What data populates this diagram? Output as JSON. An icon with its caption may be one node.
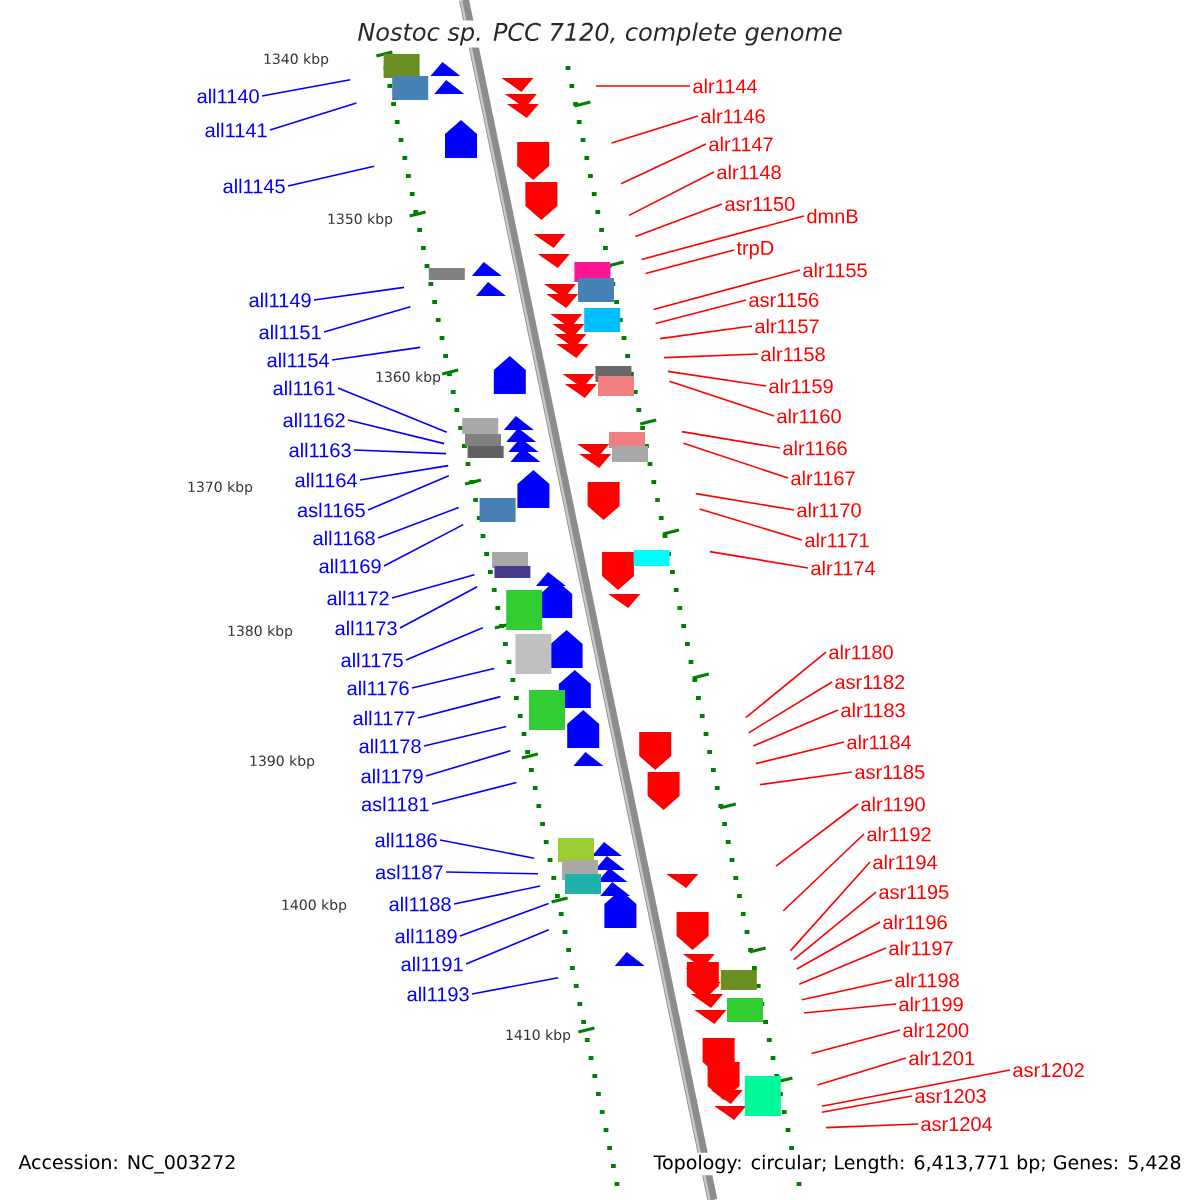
{
  "diagram": {
    "title": "Nostoc sp. PCC 7120, complete genome",
    "nodes": [
      {
        "text": [
          "all1140"
        ]
      },
      {
        "text": [
          "all1141"
        ]
      },
      {
        "text": [
          "all1145"
        ]
      },
      {
        "text": [
          "all1149"
        ]
      },
      {
        "text": [
          "all1151"
        ]
      },
      {
        "text": [
          "all1154"
        ]
      },
      {
        "text": [
          "all1161"
        ]
      },
      {
        "text": [
          "all1162"
        ]
      },
      {
        "text": [
          "all1163"
        ]
      },
      {
        "text": [
          "all1164"
        ]
      },
      {
        "text": [
          "asl1165"
        ]
      },
      {
        "text": [
          "all1168"
        ]
      },
      {
        "text": [
          "all1169"
        ]
      },
      {
        "text": [
          "all1172"
        ]
      },
      {
        "text": [
          "all1173"
        ]
      },
      {
        "text": [
          "all1175"
        ]
      },
      {
        "text": [
          "all1176"
        ]
      },
      {
        "text": [
          "all1177"
        ]
      },
      {
        "text": [
          "all1178"
        ]
      },
      {
        "text": [
          "all1179"
        ]
      },
      {
        "text": [
          "asl1181"
        ]
      },
      {
        "text": [
          "all1186"
        ]
      },
      {
        "text": [
          "asl1187"
        ]
      },
      {
        "text": [
          "all1188"
        ]
      },
      {
        "text": [
          "all1189"
        ]
      },
      {
        "text": [
          "all1191"
        ]
      },
      {
        "text": [
          "all1193"
        ]
      },
      {
        "text": [
          "alr1144"
        ]
      },
      {
        "text": [
          "alr1146"
        ]
      },
      {
        "text": [
          "alr1147"
        ]
      },
      {
        "text": [
          "alr1148"
        ]
      },
      {
        "text": [
          "asr1150"
        ]
      },
      {
        "text": [
          "dmnB"
        ]
      },
      {
        "text": [
          "trpD"
        ]
      },
      {
        "text": [
          "alr1155"
        ]
      },
      {
        "text": [
          "asr1156"
        ]
      },
      {
        "text": [
          "alr1157"
        ]
      },
      {
        "text": [
          "alr1158"
        ]
      },
      {
        "text": [
          "alr1159"
        ]
      },
      {
        "text": [
          "alr1160"
        ]
      },
      {
        "text": [
          "alr1166"
        ]
      },
      {
        "text": [
          "alr1167"
        ]
      },
      {
        "text": [
          "alr1170"
        ]
      },
      {
        "text": [
          "alr1171"
        ]
      },
      {
        "text": [
          "alr1174"
        ]
      },
      {
        "text": [
          "alr1180"
        ]
      },
      {
        "text": [
          "asr1182"
        ]
      },
      {
        "text": [
          "alr1183"
        ]
      },
      {
        "text": [
          "alr1184"
        ]
      },
      {
        "text": [
          "asr1185"
        ]
      },
      {
        "text": [
          "alr1190"
        ]
      },
      {
        "text": [
          "alr1192"
        ]
      },
      {
        "text": [
          "alr1194"
        ]
      },
      {
        "text": [
          "asr1195"
        ]
      },
      {
        "text": [
          "alr1196"
        ]
      },
      {
        "text": [
          "alr1197"
        ]
      },
      {
        "text": [
          "alr1198"
        ]
      },
      {
        "text": [
          "alr1199"
        ]
      },
      {
        "text": [
          "alr1200"
        ]
      },
      {
        "text": [
          "alr1201"
        ]
      },
      {
        "text": [
          "asr1202"
        ]
      },
      {
        "text": [
          "asr1203"
        ]
      },
      {
        "text": [
          "asr1204"
        ]
      }
    ],
    "edges": [
      {
        "from": 0,
        "to": null,
        "arrow": "none",
        "color": "#0000ff"
      },
      {
        "from": 1,
        "to": null,
        "arrow": "none",
        "color": "#0000ff"
      },
      {
        "from": 2,
        "to": null,
        "arrow": "none",
        "color": "#0000ff"
      },
      {
        "from": 3,
        "to": null,
        "arrow": "none",
        "color": "#0000ff"
      },
      {
        "from": 4,
        "to": null,
        "arrow": "none",
        "color": "#0000ff"
      },
      {
        "from": 5,
        "to": null,
        "arrow": "none",
        "color": "#0000ff"
      },
      {
        "from": 6,
        "to": null,
        "arrow": "none",
        "color": "#0000ff"
      },
      {
        "from": 7,
        "to": null,
        "arrow": "none",
        "color": "#0000ff"
      },
      {
        "from": 8,
        "to": null,
        "arrow": "none",
        "color": "#0000ff"
      },
      {
        "from": 9,
        "to": null,
        "arrow": "none",
        "color": "#0000ff"
      },
      {
        "from": 10,
        "to": null,
        "arrow": "none",
        "color": "#0000ff"
      },
      {
        "from": 11,
        "to": null,
        "arrow": "none",
        "color": "#0000ff"
      },
      {
        "from": 12,
        "to": null,
        "arrow": "none",
        "color": "#0000ff"
      },
      {
        "from": 13,
        "to": null,
        "arrow": "none",
        "color": "#0000ff"
      },
      {
        "from": 14,
        "to": null,
        "arrow": "none",
        "color": "#0000ff"
      },
      {
        "from": 15,
        "to": null,
        "arrow": "none",
        "color": "#0000ff"
      },
      {
        "from": 16,
        "to": null,
        "arrow": "none",
        "color": "#0000ff"
      },
      {
        "from": 17,
        "to": null,
        "arrow": "none",
        "color": "#0000ff"
      },
      {
        "from": 18,
        "to": null,
        "arrow": "none",
        "color": "#0000ff"
      },
      {
        "from": 19,
        "to": null,
        "arrow": "none",
        "color": "#0000ff"
      },
      {
        "from": 20,
        "to": null,
        "arrow": "none",
        "color": "#0000ff"
      },
      {
        "from": 21,
        "to": null,
        "arrow": "none",
        "color": "#0000ff"
      },
      {
        "from": 22,
        "to": null,
        "arrow": "none",
        "color": "#0000ff"
      },
      {
        "from": 23,
        "to": null,
        "arrow": "none",
        "color": "#0000ff"
      },
      {
        "from": 24,
        "to": null,
        "arrow": "none",
        "color": "#0000ff"
      },
      {
        "from": 25,
        "to": null,
        "arrow": "none",
        "color": "#0000ff"
      },
      {
        "from": 26,
        "to": null,
        "arrow": "none",
        "color": "#0000ff"
      },
      {
        "from": 27,
        "to": null,
        "arrow": "none"
      },
      {
        "from": 28,
        "to": null,
        "arrow": "none"
      },
      {
        "from": 29,
        "to": null,
        "arrow": "none"
      },
      {
        "from": 30,
        "to": null,
        "arrow": "none"
      },
      {
        "from": 31,
        "to": null,
        "arrow": "none"
      },
      {
        "from": 32,
        "to": null,
        "arrow": "none"
      },
      {
        "from": 33,
        "to": null,
        "arrow": "none"
      },
      {
        "from": 34,
        "to": null,
        "arrow": "none"
      },
      {
        "from": 35,
        "to": null,
        "arrow": "none"
      },
      {
        "from": 36,
        "to": null,
        "arrow": "none"
      },
      {
        "from": 37,
        "to": null,
        "arrow": "none"
      },
      {
        "from": 38,
        "to": null,
        "arrow": "none"
      },
      {
        "from": 39,
        "to": null,
        "arrow": "none"
      },
      {
        "from": 40,
        "to": null,
        "arrow": "none"
      },
      {
        "from": 41,
        "to": null,
        "arrow": "none"
      },
      {
        "from": 42,
        "to": null,
        "arrow": "none"
      },
      {
        "from": 43,
        "to": null,
        "arrow": "none"
      },
      {
        "from": 44,
        "to": null,
        "arrow": "none"
      },
      {
        "from": 45,
        "to": null,
        "arrow": "none"
      },
      {
        "from": 46,
        "to": null,
        "arrow": "none"
      },
      {
        "from": 47,
        "to": null,
        "arrow": "none"
      },
      {
        "from": 48,
        "to": null,
        "arrow": "none"
      },
      {
        "from": 49,
        "to": null,
        "arrow": "none"
      },
      {
        "from": 50,
        "to": null,
        "arrow": "none"
      },
      {
        "from": 51,
        "to": null,
        "arrow": "none"
      },
      {
        "from": 52,
        "to": null,
        "arrow": "none"
      },
      {
        "from": 53,
        "to": null,
        "arrow": "none"
      },
      {
        "from": 54,
        "to": null,
        "arrow": "none"
      },
      {
        "from": 55,
        "to": null,
        "arrow": "none"
      },
      {
        "from": 56,
        "to": null,
        "arrow": "none"
      },
      {
        "from": 57,
        "to": null,
        "arrow": "none"
      },
      {
        "from": 58,
        "to": null,
        "arrow": "none"
      },
      {
        "from": 59,
        "to": null,
        "arrow": "none"
      },
      {
        "from": 60,
        "to": null,
        "arrow": "none"
      },
      {
        "from": 61,
        "to": null,
        "arrow": "none"
      },
      {
        "from": 62,
        "to": null,
        "arrow": "none"
      }
    ],
    "labels": [
      "1340 kbp",
      "1350 kbp",
      "1360 kbp",
      "1370 kbp",
      "1380 kbp",
      "1390 kbp",
      "1400 kbp",
      "1410 kbp",
      "Accession: NC_003272",
      "Topology: circular; Length: 6,413,771 bp; Genes: 5,428"
    ]
  }
}
